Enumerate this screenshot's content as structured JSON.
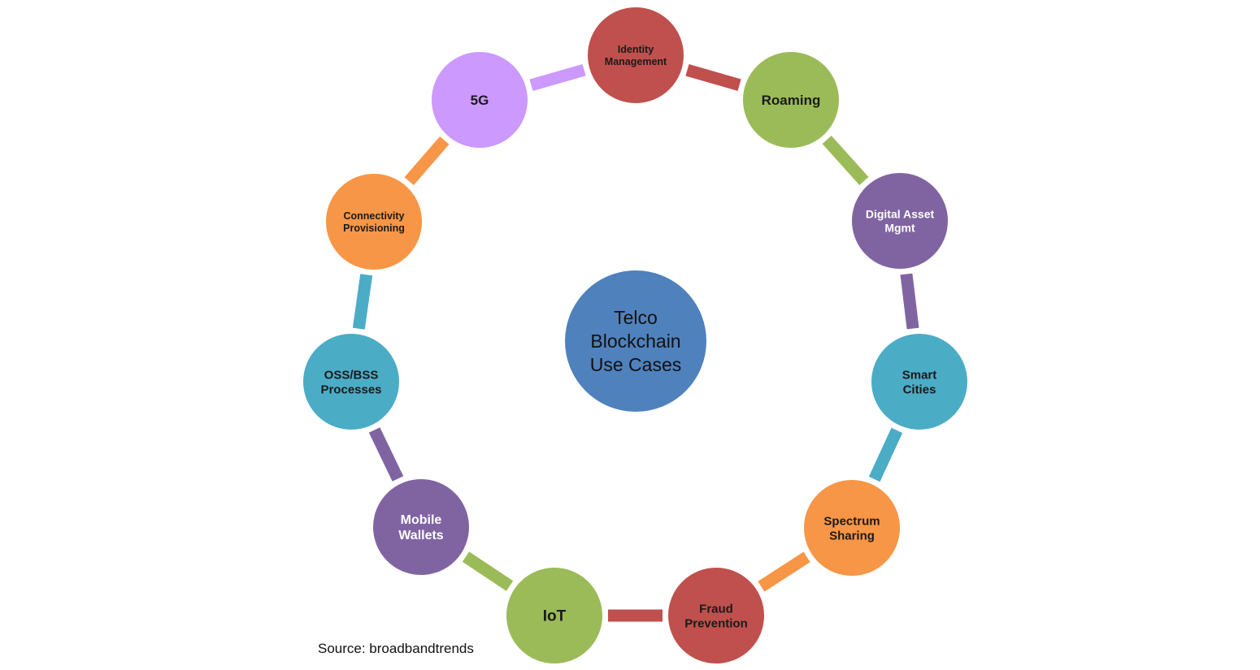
{
  "center": {
    "lines": [
      "Telco",
      "Blockchain",
      "Use Cases"
    ],
    "color": "#4f81bd"
  },
  "nodes": [
    {
      "id": "identity-management",
      "lines": [
        "Identity",
        "Management"
      ],
      "color": "#c0504d",
      "text_color": "#1a1a1a"
    },
    {
      "id": "roaming",
      "lines": [
        "Roaming"
      ],
      "color": "#9bbb59",
      "text_color": "#1a1a1a"
    },
    {
      "id": "digital-asset-mgmt",
      "lines": [
        "Digital Asset",
        "Mgmt"
      ],
      "color": "#8064a2",
      "text_color": "#ffffff"
    },
    {
      "id": "smart-cities",
      "lines": [
        "Smart",
        "Cities"
      ],
      "color": "#4bacc6",
      "text_color": "#1a1a1a"
    },
    {
      "id": "spectrum-sharing",
      "lines": [
        "Spectrum",
        "Sharing"
      ],
      "color": "#f79646",
      "text_color": "#1a1a1a"
    },
    {
      "id": "fraud-prevention",
      "lines": [
        "Fraud",
        "Prevention"
      ],
      "color": "#c0504d",
      "text_color": "#1a1a1a"
    },
    {
      "id": "iot",
      "lines": [
        "IoT"
      ],
      "color": "#9bbb59",
      "text_color": "#1a1a1a"
    },
    {
      "id": "mobile-wallets",
      "lines": [
        "Mobile",
        "Wallets"
      ],
      "color": "#8064a2",
      "text_color": "#ffffff"
    },
    {
      "id": "oss-bss-processes",
      "lines": [
        "OSS/BSS",
        "Processes"
      ],
      "color": "#4bacc6",
      "text_color": "#1a1a1a"
    },
    {
      "id": "connectivity-provisioning",
      "lines": [
        "Connectivity",
        "Provisioning"
      ],
      "color": "#f79646",
      "text_color": "#1a1a1a"
    },
    {
      "id": "5g",
      "lines": [
        "5G"
      ],
      "color": "#cc99ff",
      "text_color": "#1a1a1a"
    }
  ],
  "source": "Source: broadbandtrends"
}
